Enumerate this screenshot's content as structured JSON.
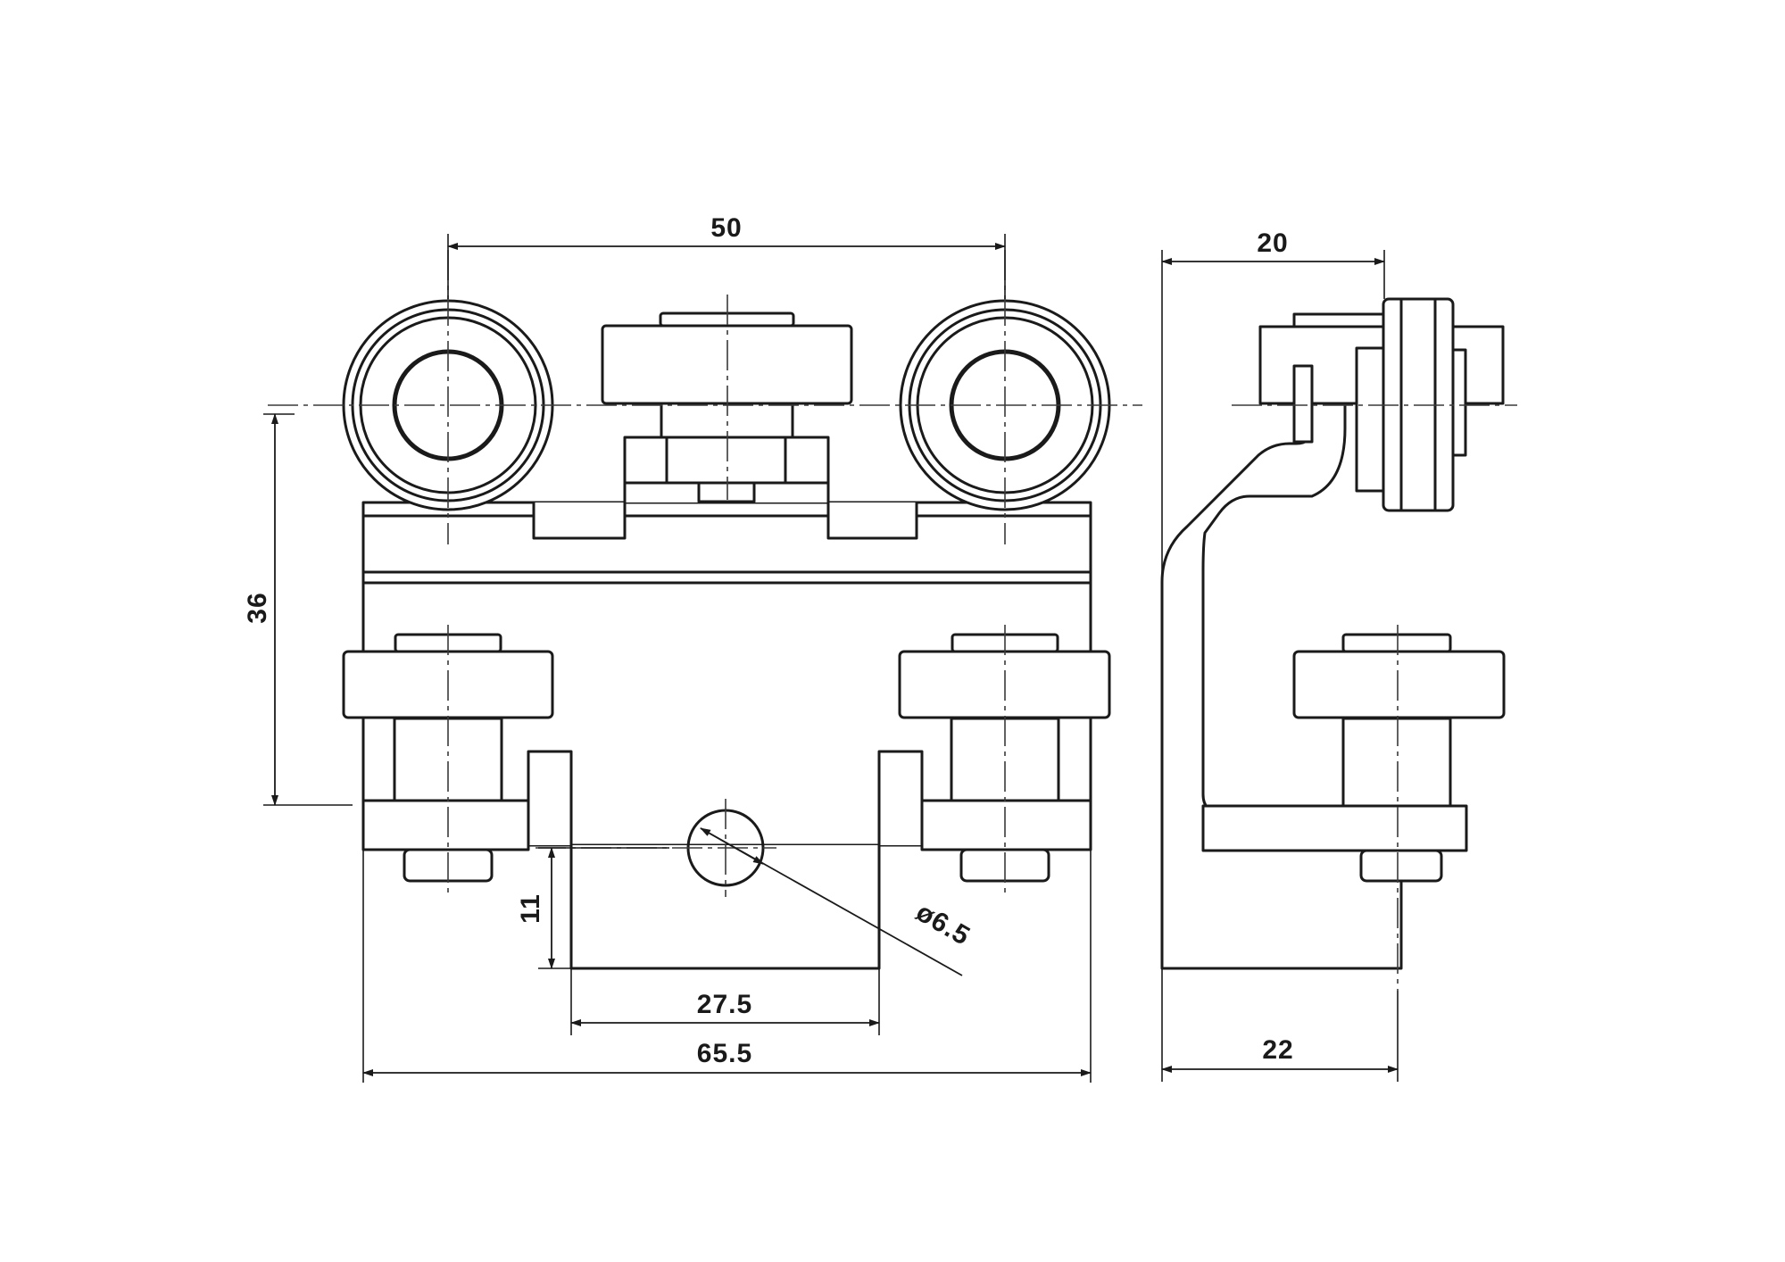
{
  "dimensions": {
    "carriage_wheel_spacing": "50",
    "overall_height": "36",
    "mounting_hole_height": "11",
    "hole_diameter": "ø6.5",
    "mounting_slot_width": "27.5",
    "overall_width": "65.5",
    "side_top_width": "20",
    "side_bottom_width": "22"
  }
}
